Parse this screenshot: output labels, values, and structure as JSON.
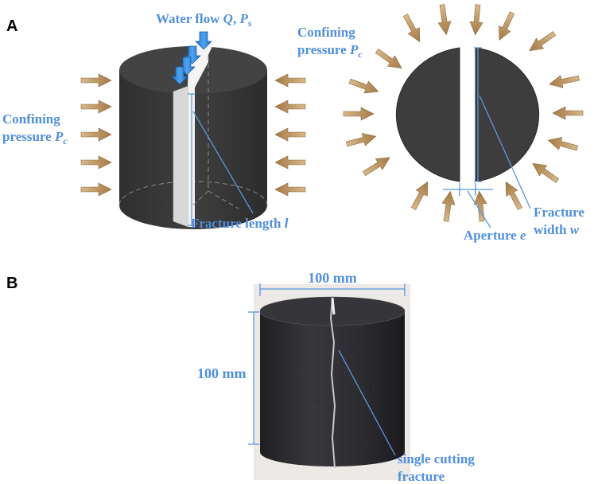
{
  "panels": {
    "a_label": "A",
    "b_label": "B"
  },
  "labels": {
    "water_flow_prefix": "Water flow ",
    "water_flow_q": "Q",
    "water_flow_sep": ", ",
    "water_flow_p": "P",
    "water_flow_sub": "s",
    "confining_left_1": "Confining",
    "confining_left_2": "pressure ",
    "confining_left_p": "P",
    "confining_left_sub": "c",
    "confining_right_1": "Confining",
    "confining_right_2": "pressure ",
    "confining_right_p": "P",
    "confining_right_sub": "c",
    "fracture_length_text": "Fracture length ",
    "fracture_length_var": "l",
    "fracture_width_1": "Fracture",
    "fracture_width_2": "width ",
    "fracture_width_var": "w",
    "aperture_text": "Aperture ",
    "aperture_var": "e",
    "dim_width": "100 mm",
    "dim_height": "100 mm",
    "single_cutting_1": "single cutting",
    "single_cutting_2": "fracture"
  },
  "colors": {
    "rock": "#3c3c3c",
    "rock_dark": "#2a2a2a",
    "fracture_face": "#d6d6d6",
    "arrow": "#c9a270",
    "flow_arrow": "#2a7fd4",
    "annotation_blue": "#4f8fdc",
    "photo_background": "#e9e7e4"
  },
  "icons": {
    "pressure_arrow": "pressure-arrow-icon",
    "flow_arrow": "flow-arrow-icon"
  }
}
